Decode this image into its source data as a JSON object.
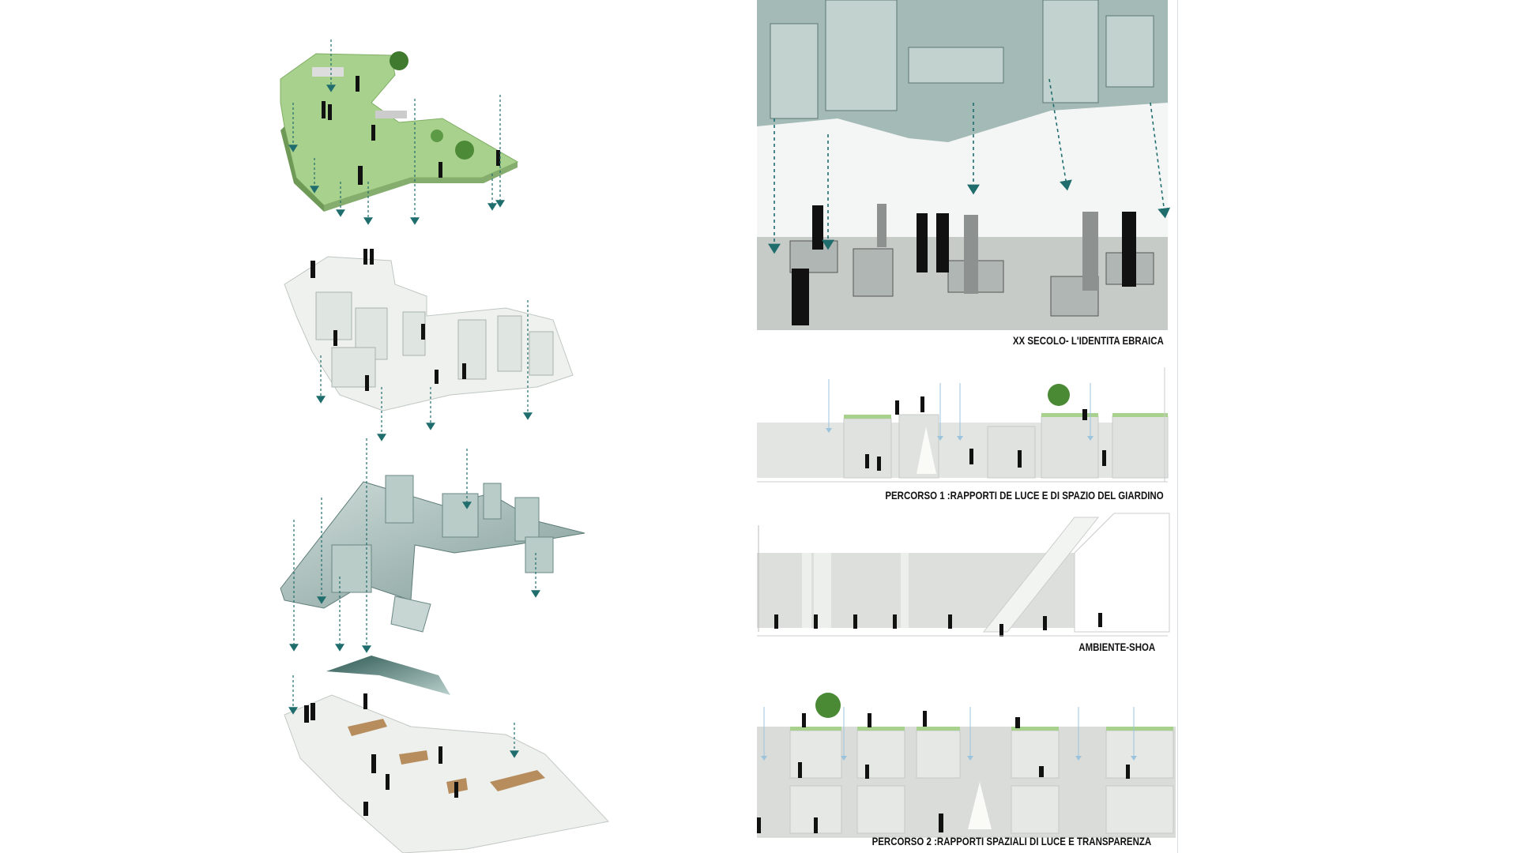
{
  "captions": {
    "identity": "XX SECOLO- L'IDENTITA EBRAICA",
    "path1": "PERCORSO 1 :RAPPORTI DE LUCE E DI SPAZIO DEL GIARDINO",
    "shoa": "AMBIENTE-SHOA",
    "path2": "PERCORSO 2 :RAPPORTI SPAZIALI DI LUCE  E TRANSPARENZA"
  },
  "colors": {
    "garden_green": "#a9d18e",
    "glass_teal": "#9fb8b4",
    "arrow_teal": "#1f6d6d",
    "wall_grey": "#e3e6e3",
    "silhouette": "#111111",
    "light_blue": "#a9cbe0"
  }
}
